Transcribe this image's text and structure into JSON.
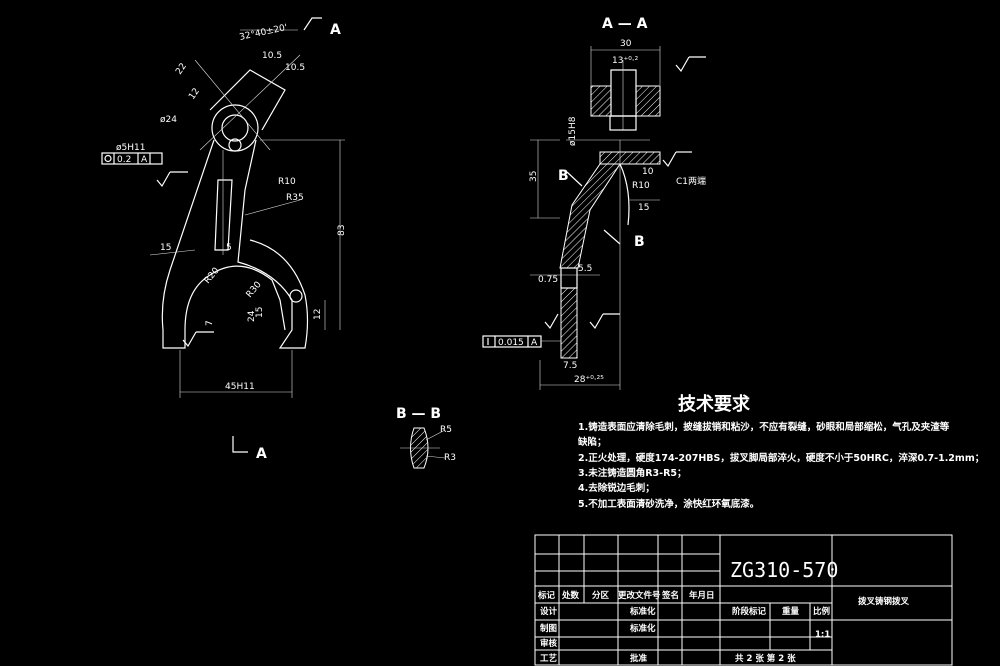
{
  "views": {
    "section_marker_top": "A",
    "section_marker_bottom": "A",
    "section_aa_title": "A — A",
    "section_bb_title": "B — B",
    "section_b_marker_1": "B",
    "section_b_marker_2": "B"
  },
  "main_view_dims": {
    "angle": "32°40±20'",
    "d10_5a": "10.5",
    "d10_5b": "10.5",
    "d22": "22",
    "d12": "12",
    "d24": "ø24",
    "hole": "ø5H11",
    "tolerance_value": "0.2",
    "tolerance_datum": "A",
    "r10": "R10",
    "r35": "R35",
    "d15": "15",
    "d5": "5",
    "r20": "R20",
    "r30": "R30",
    "d83": "83",
    "d12_right": "12",
    "d15_mid": "15",
    "d24_mid": "24",
    "d7": "7",
    "d45": "45H11"
  },
  "section_aa_dims": {
    "d30": "30",
    "d13": "13⁺⁰·²",
    "hole": "ø15H8",
    "d35": "35",
    "r10": "R10",
    "d10": "10",
    "d15": "15",
    "c1": "C1两端",
    "d5_5": "5.5",
    "d0_75": "0.75",
    "d28": "28⁺⁰·²⁵",
    "d7": "7.5",
    "tolerance_value": "0.015",
    "tolerance_datum": "A"
  },
  "section_bb_dims": {
    "r5": "R5",
    "r3": "R3"
  },
  "technical_requirements": {
    "title": "技术要求",
    "lines": [
      "1.铸造表面应清除毛刺，披缝拔销和粘沙，不应有裂缝，砂眼和局部缩松，气孔及夹渣等",
      "缺陷；",
      "2.正火处理，硬度174-207HBS，拔叉脚局部淬火，硬度不小于50HRC，淬深0.7-1.2mm；",
      "3.未注铸造圆角R3-R5；",
      "4.去除锐边毛刺；",
      "5.不加工表面清砂洗净，涂快红环氧底漆。"
    ]
  },
  "title_block": {
    "material": "ZG310-570",
    "part_name": "拨叉铸钢拨叉",
    "headers": [
      "标记",
      "处数",
      "分区",
      "更改文件号",
      "签名",
      "年月日"
    ],
    "row_labels": [
      "设计",
      "制图",
      "审核",
      "工艺"
    ],
    "mid_labels": [
      "标准化",
      "标准化",
      "",
      "批准"
    ],
    "stage_label": "阶段标记",
    "weight_label": "重量",
    "scale_label": "比例",
    "scale_value": "1:1",
    "sheet_info": "共 2 张  第 2 张"
  },
  "colors": {
    "background": "#000000",
    "lines": "#ffffff"
  }
}
